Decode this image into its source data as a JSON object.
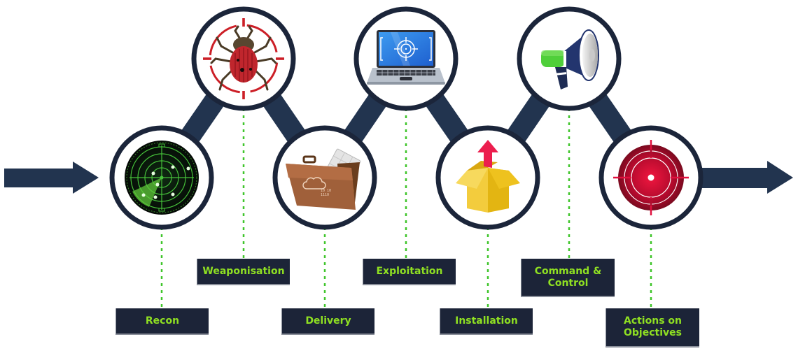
{
  "diagram": {
    "title": "Cyber Kill Chain",
    "colors": {
      "connector": "#22344f",
      "ring": "#1b253a",
      "label_bg": "#1c2438",
      "label_text": "#8fe022",
      "dotted_line": "#3fc52a"
    },
    "flow": {
      "start_arrow_icon": "arrow-right-icon",
      "end_arrow_icon": "arrow-right-icon"
    },
    "stages": [
      {
        "order": 1,
        "label": "Recon",
        "icon": "radar-icon",
        "row": "lower"
      },
      {
        "order": 2,
        "label": "Weaponisation",
        "icon": "bug-target-icon",
        "row": "upper"
      },
      {
        "order": 3,
        "label": "Delivery",
        "icon": "briefcase-icon",
        "row": "lower"
      },
      {
        "order": 4,
        "label": "Exploitation",
        "icon": "laptop-crosshair-icon",
        "row": "upper"
      },
      {
        "order": 5,
        "label": "Installation",
        "icon": "box-arrow-up-icon",
        "row": "lower"
      },
      {
        "order": 6,
        "label": "Command &\nControl",
        "icon": "megaphone-icon",
        "row": "upper"
      },
      {
        "order": 7,
        "label": "Actions on\nObjectives",
        "icon": "target-icon",
        "row": "lower"
      }
    ]
  }
}
